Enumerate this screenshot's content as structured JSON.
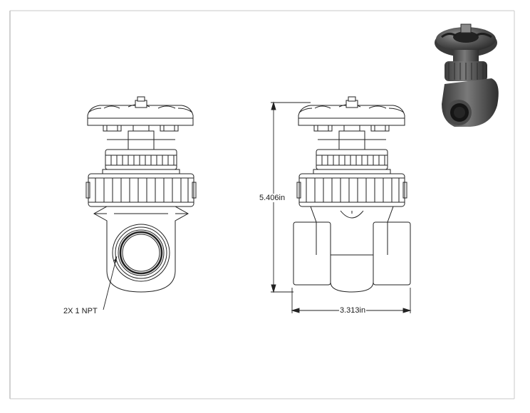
{
  "dimensions": {
    "height": "5.406in",
    "width": "3.313in"
  },
  "callouts": {
    "ports": "2X 1 NPT"
  },
  "icons": {
    "thumbnail": "isometric-valve-render"
  }
}
